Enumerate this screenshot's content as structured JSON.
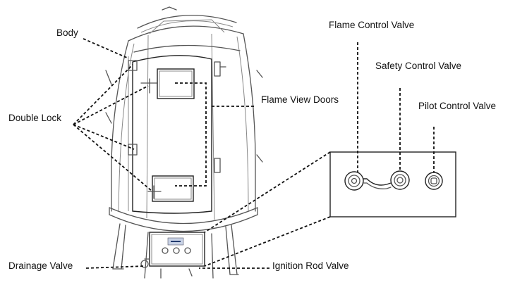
{
  "labels": {
    "body": "Body",
    "double_lock": "Double Lock",
    "drainage_valve": "Drainage Valve",
    "flame_control_valve": "Flame Control Valve",
    "safety_control_valve": "Safety Control Valve",
    "pilot_control_valve": "Pilot Control Valve",
    "flame_view_doors": "Flame View Doors",
    "ignition_rod_valve": "Ignition Rod Valve"
  }
}
